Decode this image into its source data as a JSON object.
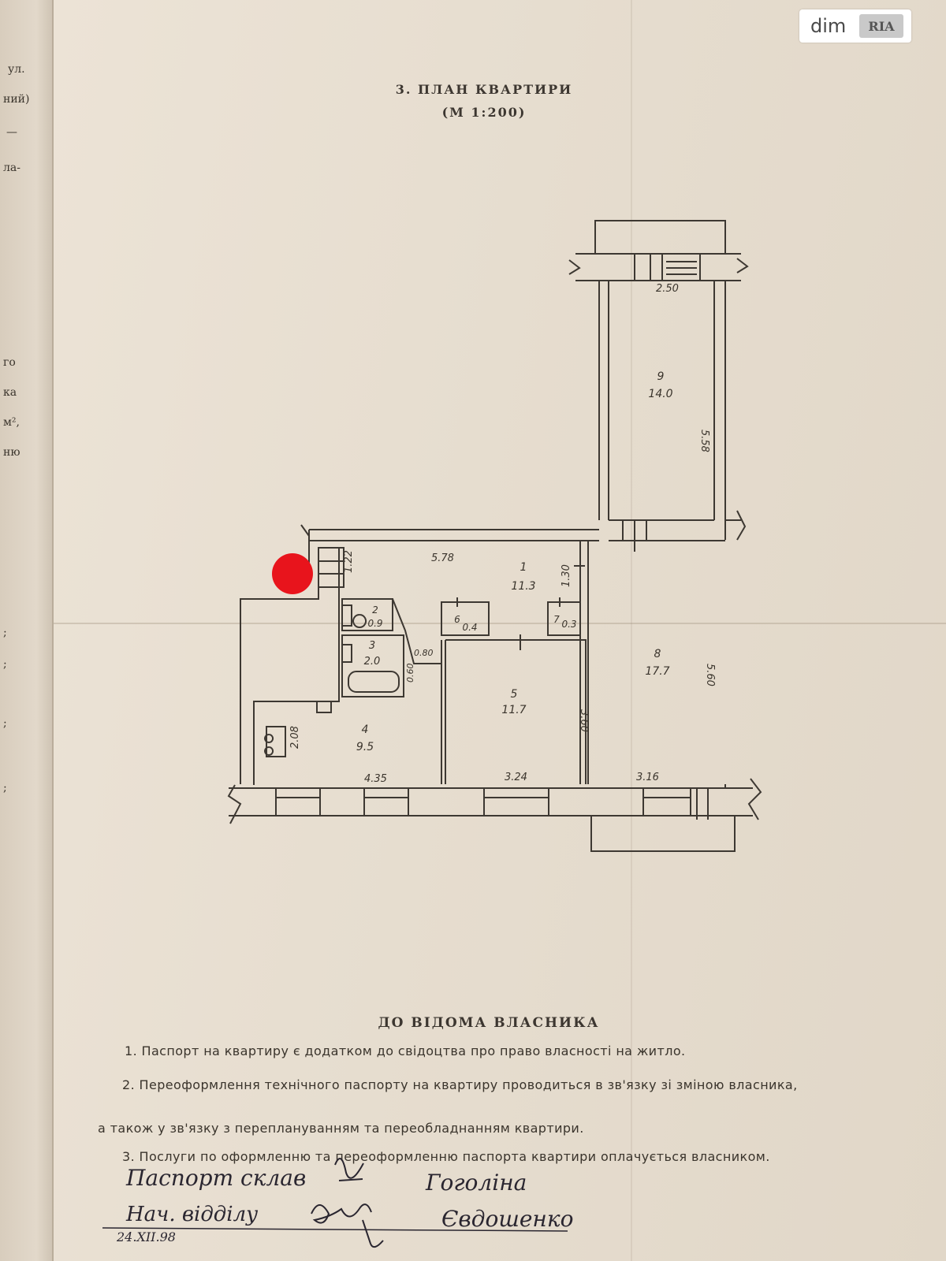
{
  "watermark": {
    "text_dim": "dim",
    "text_ria": "RIA"
  },
  "header": {
    "title": "3. ПЛАН КВАРТИРИ",
    "scale": "(М 1:200)"
  },
  "left_page_fragments": [
    "ул.",
    "ний)",
    "—",
    "ла-",
    "го",
    "ка",
    "м²,",
    "ню",
    ";",
    ";",
    ";",
    ";"
  ],
  "floor_plan": {
    "rooms": [
      {
        "number": "1",
        "area": "11.3"
      },
      {
        "number": "2",
        "area": "0.9"
      },
      {
        "number": "3",
        "area": "2.0"
      },
      {
        "number": "4",
        "area": "9.5"
      },
      {
        "number": "5",
        "area": "11.7"
      },
      {
        "number": "6",
        "area": "0.4"
      },
      {
        "number": "7",
        "area": "0.3"
      },
      {
        "number": "8",
        "area": "17.7"
      },
      {
        "number": "9",
        "area": "14.0"
      }
    ],
    "dimensions": [
      "2.50",
      "5.58",
      "5.78",
      "1.22",
      "1.30",
      "0.80",
      "0.60",
      "2.08",
      "3.60",
      "5.60",
      "4.35",
      "3.24",
      "3.16"
    ]
  },
  "notice": {
    "heading": "ДО ВІДОМА ВЛАСНИКА",
    "item1": "1. Паспорт на квартиру є додатком до свідоцтва про право власності на житло.",
    "item2_line1": "2. Переоформлення технічного паспорту на квартиру проводиться в зв'язку  зі зміною власника,",
    "item2_line2": "а також у зв'язку з переплануванням та переобладнанням квартири.",
    "item3": "3. Послуги по оформленню та переоформленню паспорта квартири оплачується власником."
  },
  "handwriting": {
    "line1_role": "Паспорт склав",
    "line1_name": "Гоголіна",
    "line2_role": "Нач. відділу",
    "line2_name": "Євдошенко",
    "date": "24.XII.98"
  },
  "colors": {
    "ink": "#3a342c",
    "paper": "#e6ddcf",
    "marker": "#e8141c",
    "pen": "#2a2630"
  }
}
